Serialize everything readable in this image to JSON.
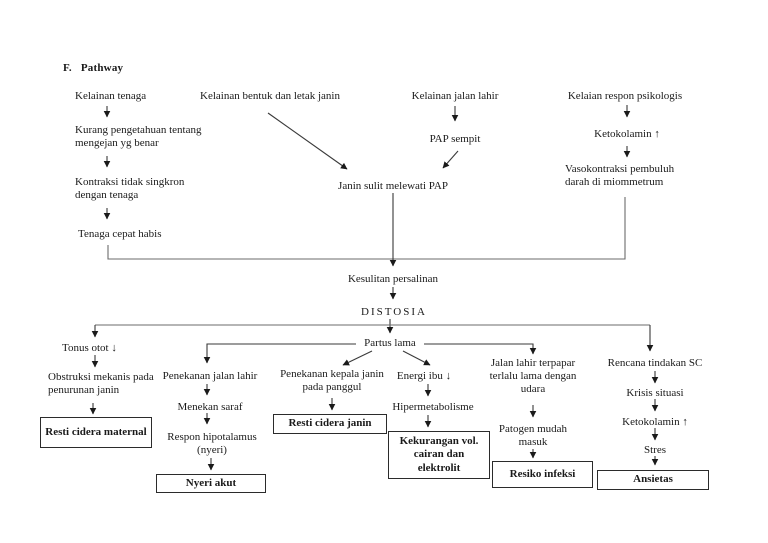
{
  "page": {
    "background": "#ffffff",
    "text_color": "#1a1a1a",
    "line_color": "#3a3a3a"
  },
  "title": {
    "prefix": "F.",
    "text": "Pathway"
  },
  "nodes": {
    "kelainan_tenaga": "Kelainan tenaga",
    "kurang_pengetahuan": "Kurang pengetahuan tentang mengejan yg benar",
    "kontraksi": "Kontraksi tidak singkron dengan tenaga",
    "tenaga_cepat": "Tenaga cepat habis",
    "kelainan_bentuk": "Kelainan bentuk dan letak janin",
    "kelainan_jalan": "Kelainan jalan lahir",
    "pap_sempit": "PAP sempit",
    "janin_sulit": "Janin sulit melewati PAP",
    "kelaian_respon": "Kelaian respon psikologis",
    "ketokolamin_atas": "Ketokolamin ↑",
    "vasokontraksi": "Vasokontraksi pembuluh darah di miommetrum",
    "kesulitan": "Kesulitan persalinan",
    "distosia": "DISTOSIA",
    "partus_lama": "Partus lama",
    "tonus_otot": "Tonus otot ↓",
    "obstruksi": "Obstruksi mekanis pada penurunan janin",
    "penekanan_jalan": "Penekanan jalan lahir",
    "menekan_saraf": "Menekan saraf",
    "respon_hipotalamus": "Respon hipotalamus (nyeri)",
    "penekanan_kepala": "Penekanan kepala janin pada panggul",
    "energi_ibu": "Energi ibu ↓",
    "hipermetabolisme": "Hipermetabolisme",
    "jalan_terpapar": "Jalan lahir terpapar terlalu lama dengan udara",
    "patogen": "Patogen mudah masuk",
    "rencana_sc": "Rencana tindakan SC",
    "krisis": "Krisis situasi",
    "ketokolamin_bawah": "Ketokolamin ↑",
    "stres": "Stres"
  },
  "boxes": {
    "resti_maternal": "Resti cidera maternal",
    "nyeri_akut": "Nyeri akut",
    "resti_janin": "Resti cidera janin",
    "kekurangan_vol": "Kekurangan vol. cairan dan elektrolit",
    "resiko_infeksi": "Resiko infeksi",
    "ansietas": "Ansietas"
  }
}
